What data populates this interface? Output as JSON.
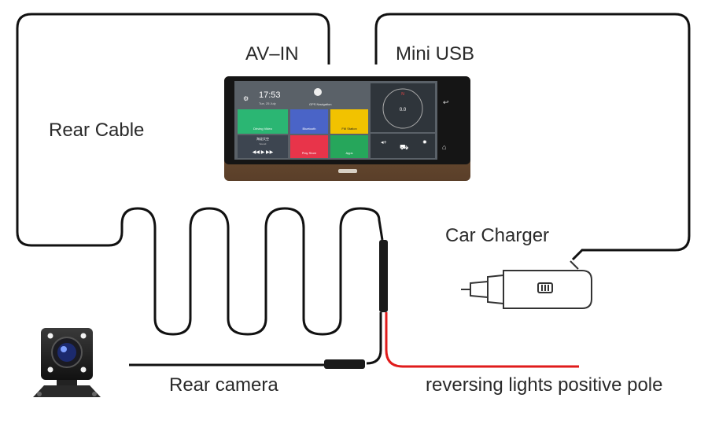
{
  "labels": {
    "rear_cable": "Rear Cable",
    "av_in": "AV–IN",
    "mini_usb": "Mini USB",
    "car_charger": "Car Charger",
    "rear_camera": "Rear camera",
    "reversing_lights": "reversing lights positive pole"
  },
  "device_screen": {
    "clock": "17:53",
    "date": "Tue, 25 July",
    "gps_label": "GPS Navigation",
    "tiles": [
      {
        "label": "Driving Video",
        "color": "#2bb673"
      },
      {
        "label": "Bluetooth",
        "color": "#4a64c7"
      },
      {
        "label": "FM Station",
        "color": "#f2c200"
      },
      {
        "label": "Play Store",
        "color": "#e8344a"
      },
      {
        "label": "Apps",
        "color": "#26a65b"
      }
    ],
    "weather": "海淀天空",
    "music_sub": "Sound",
    "compass_value": "0.0",
    "compass_north": "N"
  },
  "colors": {
    "wire": "#111111",
    "positive_wire": "#e01b1b",
    "wood": "#7a5a3c"
  }
}
